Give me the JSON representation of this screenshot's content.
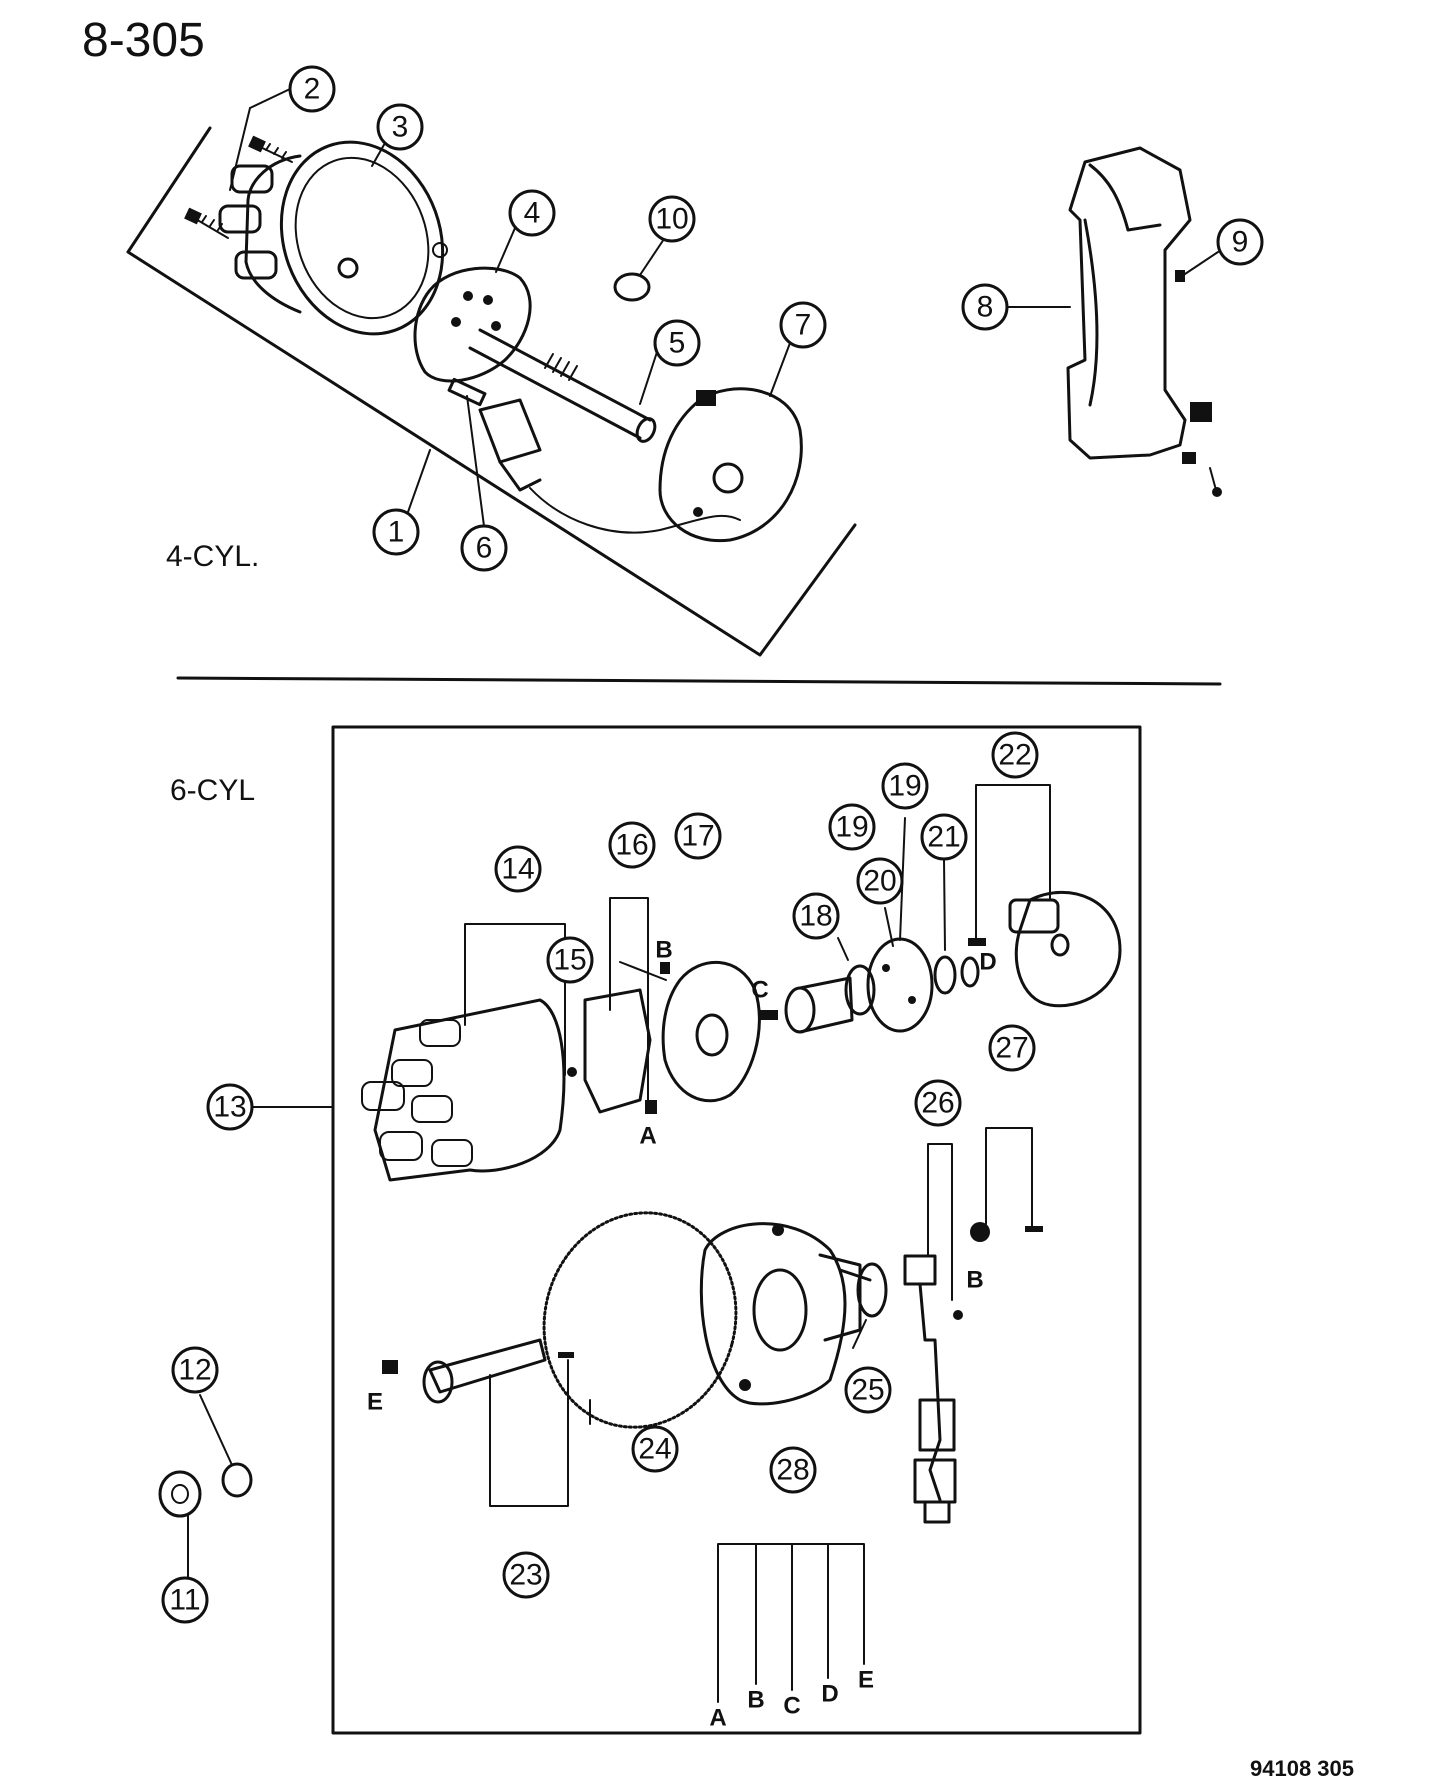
{
  "page_number": "8-305",
  "figure_code": "94108 305",
  "sections": {
    "four_cyl": "4-CYL.",
    "six_cyl": "6-CYL"
  },
  "callouts": {
    "c1": "1",
    "c2": "2",
    "c3": "3",
    "c4": "4",
    "c5": "5",
    "c6": "6",
    "c7": "7",
    "c8": "8",
    "c9": "9",
    "c10": "10",
    "c11": "11",
    "c12": "12",
    "c13": "13",
    "c14": "14",
    "c15": "15",
    "c16": "16",
    "c17": "17",
    "c18": "18",
    "c19a": "19",
    "c19b": "19",
    "c20": "20",
    "c21": "21",
    "c22": "22",
    "c23": "23",
    "c24": "24",
    "c25": "25",
    "c26": "26",
    "c27": "27",
    "c28": "28"
  },
  "letters": {
    "A1": "A",
    "B1": "B",
    "C1": "C",
    "D1": "D",
    "E1": "E",
    "B2": "B",
    "kitA": "A",
    "kitB": "B",
    "kitC": "C",
    "kitD": "D",
    "kitE": "E"
  }
}
